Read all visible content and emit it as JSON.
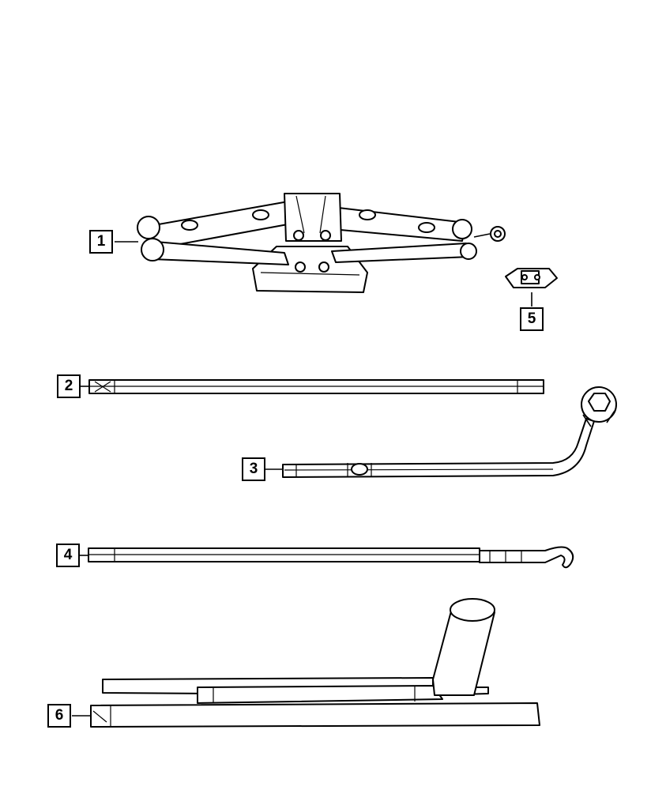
{
  "callouts": [
    {
      "id": "1",
      "part": "scissor-jack"
    },
    {
      "id": "2",
      "part": "extension-rod"
    },
    {
      "id": "3",
      "part": "lug-wrench"
    },
    {
      "id": "4",
      "part": "jack-handle-hook"
    },
    {
      "id": "5",
      "part": "jack-adapter-clip"
    },
    {
      "id": "6",
      "part": "wrench-and-handle-set"
    }
  ],
  "colors": {
    "line": "#000000",
    "fill": "#ffffff"
  }
}
